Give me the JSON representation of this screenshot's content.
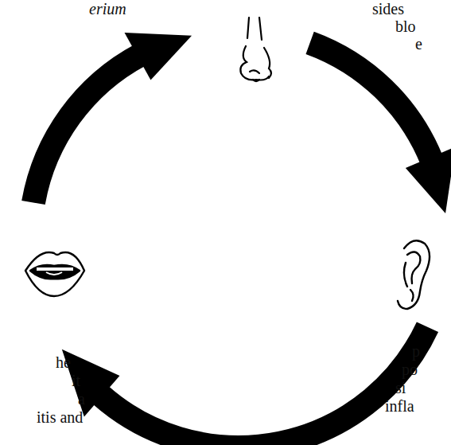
{
  "diagram": {
    "labels": [
      "erium",
      "sides",
      "blo",
      "e",
      "he",
      "it",
      "a",
      "itis and",
      "p",
      "po",
      "si",
      "infla"
    ]
  }
}
